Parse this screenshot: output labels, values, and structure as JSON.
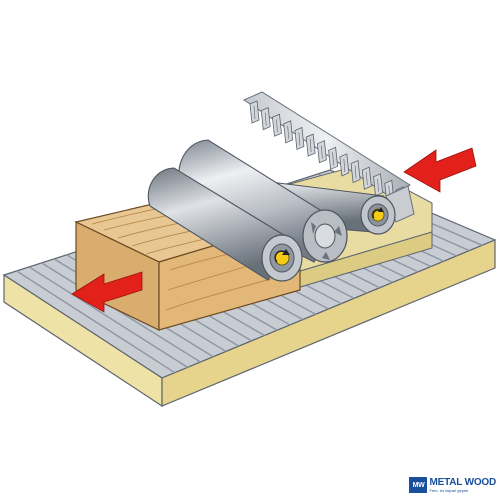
{
  "brand": {
    "badge": "MW",
    "name": "METAL WOOD",
    "tagline": "Fém- és faipari gépek",
    "color": "#1a4f9c"
  },
  "colors": {
    "base_top": "#c8ccd3",
    "base_front": "#efe2a6",
    "base_side": "#e6d48d",
    "groove": "#8f96a1",
    "wood_top": "#e8c793",
    "wood_front": "#d9ad6e",
    "wood_grain": "#b98a4a",
    "cylinder_light": "#e9ebee",
    "cylinder_dark": "#7e8690",
    "arrow": "#e2211b",
    "rotation_marker": "#f4cb17"
  },
  "icons": [
    "feed-direction-arrow",
    "rotation-arrow-icon"
  ]
}
